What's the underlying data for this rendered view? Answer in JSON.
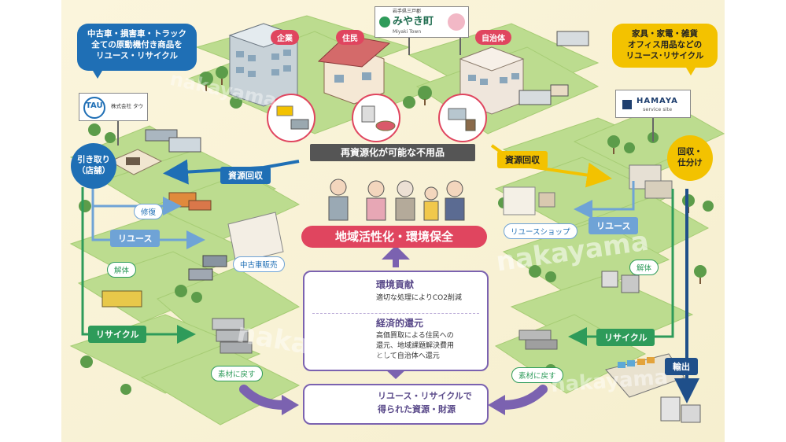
{
  "top_labels": {
    "company": "企業",
    "resident": "住民",
    "municipality": "自治体"
  },
  "town_sign": {
    "small": "岩手県三戸郡",
    "name": "みやき町",
    "roman": "Miyaki Town"
  },
  "left_bubble": [
    "中古車・損害車・トラック",
    "全ての原動機付き商品を",
    "リユース・リサイクル"
  ],
  "right_bubble": [
    "家具・家電・雑貨",
    "オフィス用品などの",
    "リユース･リサイクル"
  ],
  "tau_sign": {
    "logo": "TAU",
    "company": "株式会社 タウ"
  },
  "hamaya_sign": {
    "logo": "HAMAYA",
    "sub": "service site"
  },
  "center_banner": "再資源化が可能な不用品",
  "left_arrow_label": "資源回収",
  "right_arrow_label": "資源回収",
  "left_circle": [
    "引き取り",
    "（店舗）"
  ],
  "right_circle": [
    "回収・",
    "仕分け"
  ],
  "left_labels": {
    "repair": "修復",
    "reuse": "リユース",
    "used_car": "中古車販売",
    "dismantle": "解体",
    "recycle": "リサイクル",
    "material": "素材に戻す"
  },
  "right_labels": {
    "reuse_shop": "リユースショップ",
    "reuse": "リユース",
    "dismantle": "解体",
    "recycle": "リサイクル",
    "material": "素材に戻す",
    "export": "輸出"
  },
  "main_title": "地域活性化・環境保全",
  "benefits": [
    {
      "title": "環境貢献",
      "desc": [
        "適切な処理によりCO2削減"
      ]
    },
    {
      "title": "経済的還元",
      "desc": [
        "高価買取による住民への",
        "還元、地域課題解決費用",
        "として自治体へ還元"
      ]
    }
  ],
  "resources_box": [
    "リユース・リサイクルで",
    "得られた資源・財源"
  ],
  "watermark": "nakayama",
  "colors": {
    "blue": "#1f6fb5",
    "yellow": "#f3c200",
    "green": "#2e9b5a",
    "red": "#e0455f",
    "purple": "#7b62b0",
    "grass": "#b7d98a",
    "dark": "#555555"
  }
}
